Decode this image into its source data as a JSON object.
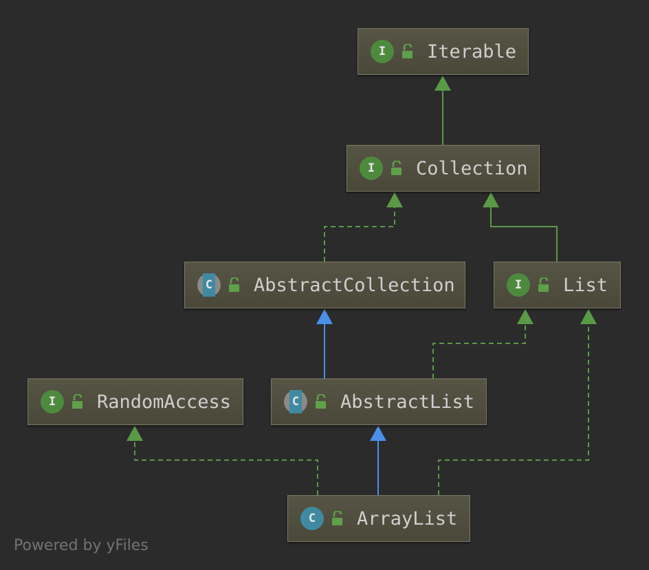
{
  "nodes": {
    "iterable": {
      "name": "Iterable",
      "kind": "interface",
      "badge": "I"
    },
    "collection": {
      "name": "Collection",
      "kind": "interface",
      "badge": "I"
    },
    "abstract_collection": {
      "name": "AbstractCollection",
      "kind": "abstract-class",
      "badge": "C"
    },
    "list": {
      "name": "List",
      "kind": "interface",
      "badge": "I"
    },
    "random_access": {
      "name": "RandomAccess",
      "kind": "interface",
      "badge": "I"
    },
    "abstract_list": {
      "name": "AbstractList",
      "kind": "abstract-class",
      "badge": "C"
    },
    "array_list": {
      "name": "ArrayList",
      "kind": "class",
      "badge": "C"
    }
  },
  "edges": [
    {
      "from": "Collection",
      "to": "Iterable",
      "type": "extends",
      "style": "solid",
      "color": "#5a9a46"
    },
    {
      "from": "AbstractCollection",
      "to": "Collection",
      "type": "implements",
      "style": "dashed",
      "color": "#5a9a46"
    },
    {
      "from": "List",
      "to": "Collection",
      "type": "extends",
      "style": "solid",
      "color": "#5a9a46"
    },
    {
      "from": "AbstractList",
      "to": "AbstractCollection",
      "type": "extends",
      "style": "solid",
      "color": "#4a90e8"
    },
    {
      "from": "AbstractList",
      "to": "List",
      "type": "implements",
      "style": "dashed",
      "color": "#5a9a46"
    },
    {
      "from": "ArrayList",
      "to": "AbstractList",
      "type": "extends",
      "style": "solid",
      "color": "#4a90e8"
    },
    {
      "from": "ArrayList",
      "to": "RandomAccess",
      "type": "implements",
      "style": "dashed",
      "color": "#5a9a46"
    },
    {
      "from": "ArrayList",
      "to": "List",
      "type": "implements",
      "style": "dashed",
      "color": "#5a9a46"
    }
  ],
  "colors": {
    "background": "#2b2b2b",
    "interface_badge": "#4e8a3e",
    "class_badge": "#3f8aa0",
    "inheritance_interface": "#5a9a46",
    "inheritance_class": "#4a90e8"
  },
  "footer": "Powered by yFiles"
}
